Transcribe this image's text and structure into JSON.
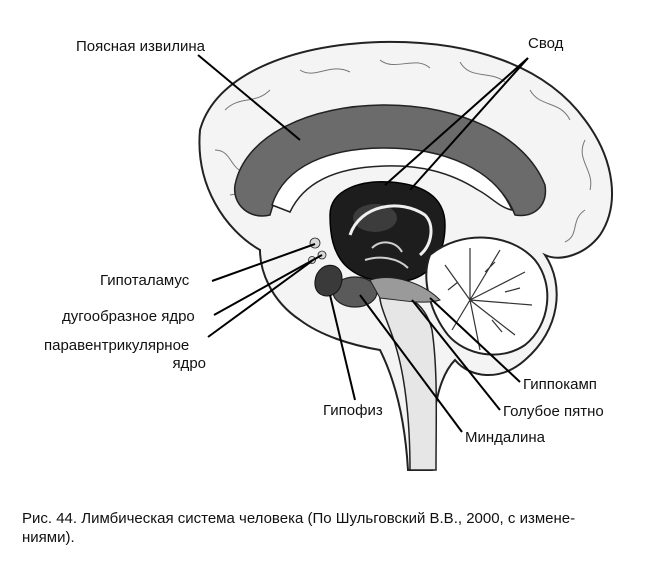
{
  "labels": {
    "cingulate": "Поясная извилина",
    "fornix": "Свод",
    "hypothalamus": "Гипоталамус",
    "arcuate": "дугообразное ядро",
    "paraventricular_1": "паравентрикулярное",
    "paraventricular_2": "ядро",
    "pituitary": "Гипофиз",
    "hippocampus": "Гиппокамп",
    "locus_coeruleus": "Голубое пятно",
    "amygdala": "Миндалина"
  },
  "caption_line1": "Рис. 44. Лимбическая система человека (По Шульговский В.В., 2000, с измене-",
  "caption_line2": "ниями)."
}
